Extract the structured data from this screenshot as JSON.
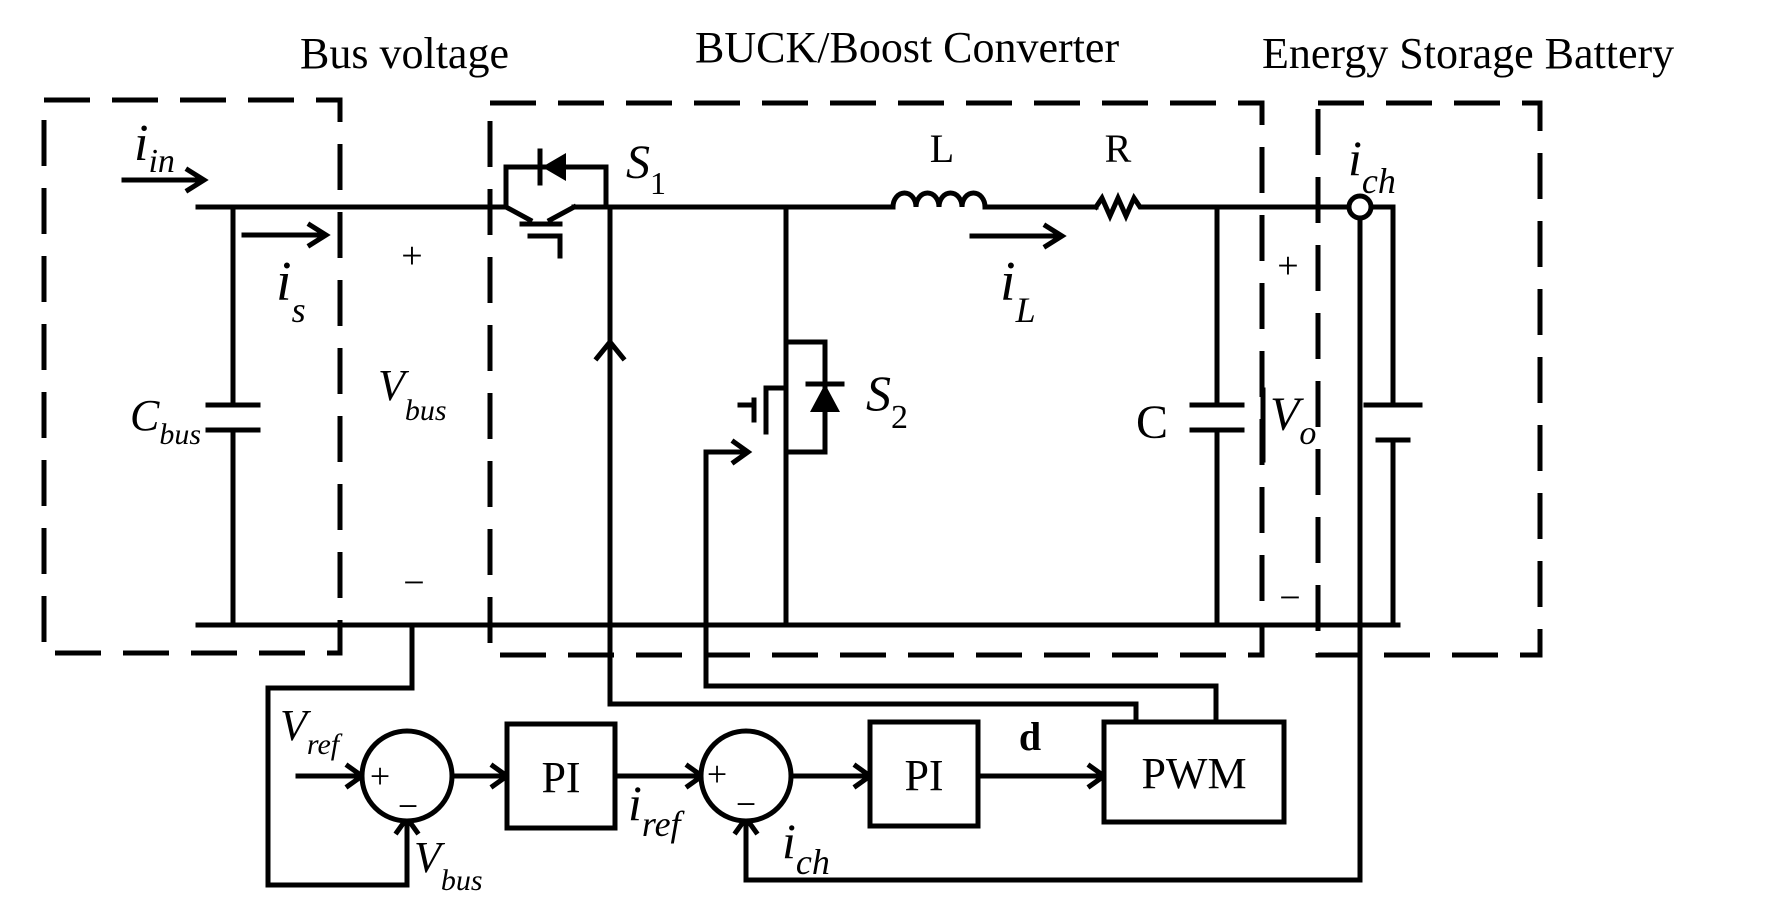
{
  "regions": {
    "bus": "Bus voltage",
    "converter": "BUCK/Boost Converter",
    "battery": "Energy Storage Battery"
  },
  "symbols": {
    "i_in": {
      "main": "i",
      "sub": "in"
    },
    "i_s": {
      "main": "i",
      "sub": "s"
    },
    "i_L": {
      "main": "i",
      "sub": "L"
    },
    "i_ch_top": {
      "main": "i",
      "sub": "ch"
    },
    "c_bus": {
      "main": "C",
      "sub": "bus"
    },
    "v_bus": {
      "main": "V",
      "sub": "bus"
    },
    "v_o": {
      "main": "V",
      "sub": "o"
    },
    "s1": {
      "main": "S",
      "sub": "1"
    },
    "s2": {
      "main": "S",
      "sub": "2"
    },
    "v_ref": {
      "main": "V",
      "sub": "ref"
    },
    "v_bus_fb": {
      "main": "V",
      "sub": "bus"
    },
    "i_ref": {
      "main": "i",
      "sub": "ref"
    },
    "i_ch_fb": {
      "main": "i",
      "sub": "ch"
    }
  },
  "components": {
    "inductor": "L",
    "resistor": "R",
    "capacitor": "C"
  },
  "signs": {
    "plus": "+",
    "minus": "−"
  },
  "blocks": {
    "pi1": "PI",
    "pi2": "PI",
    "pwm": "PWM",
    "duty": "d"
  }
}
